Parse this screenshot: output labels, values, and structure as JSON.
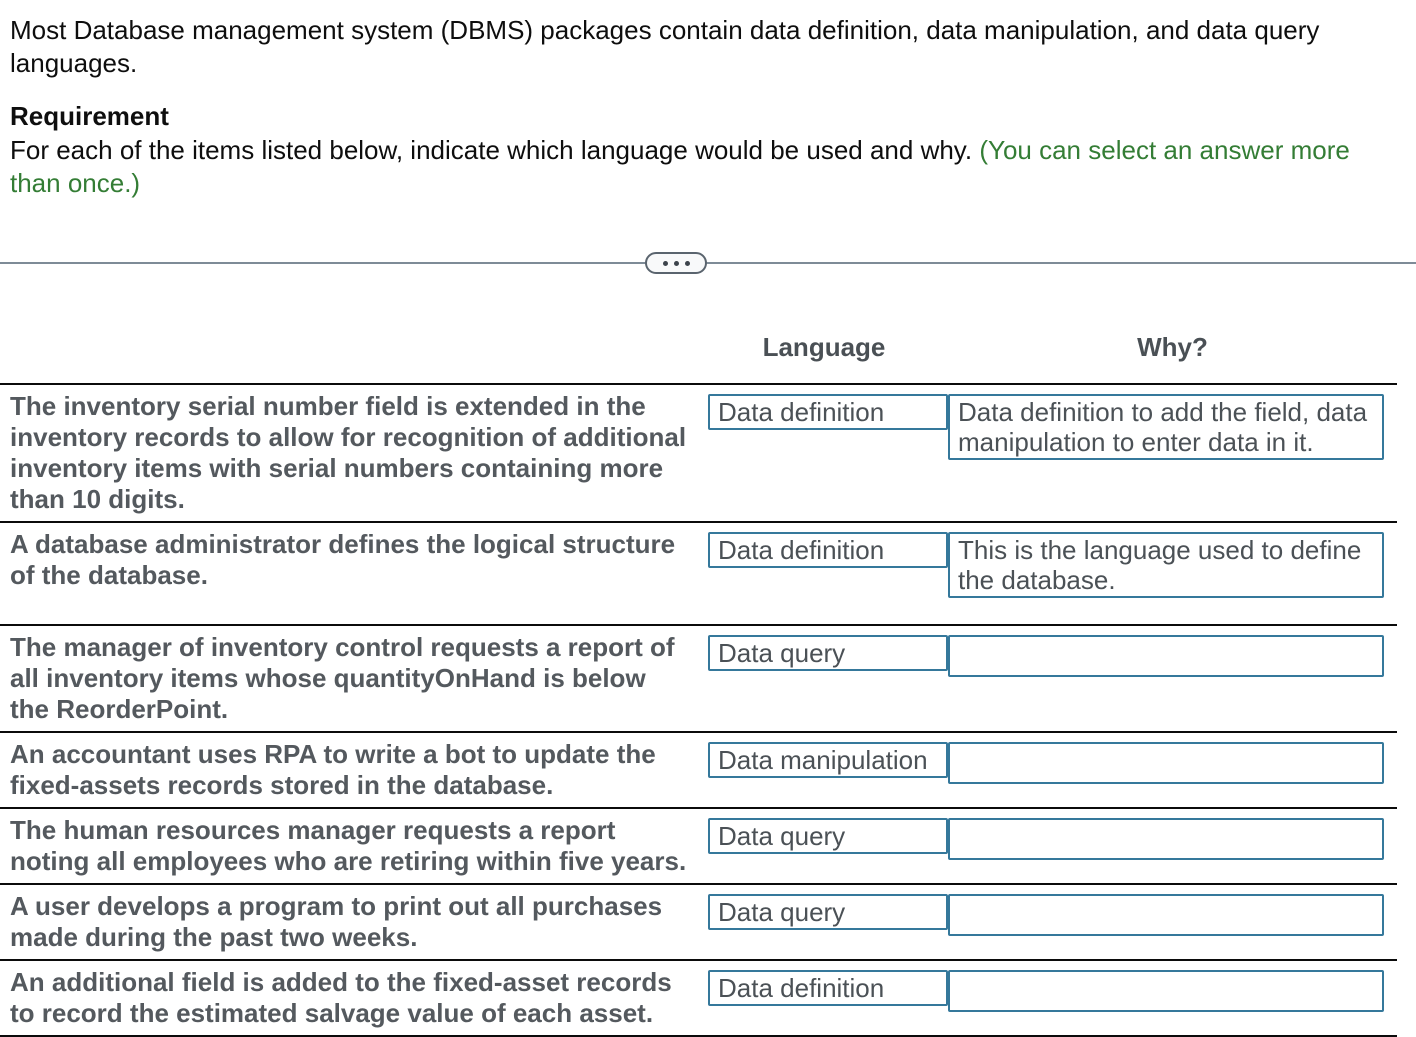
{
  "intro": {
    "paragraph": "Most Database management system (DBMS) packages contain data definition, data manipulation, and data query languages.",
    "requirement_heading": "Requirement",
    "requirement_text": "For each of the items listed below, indicate which language would be used and why.",
    "requirement_note": "(You can select an answer more than once.)"
  },
  "divider": {
    "expander_icon": "ellipsis"
  },
  "table": {
    "headers": {
      "language": "Language",
      "why": "Why?"
    },
    "rows": [
      {
        "item": "The inventory serial number field is extended in the inventory records to allow for recognition of additional inventory items with serial numbers containing more than 10 digits.",
        "language": "Data definition",
        "why": "Data definition to add the field, data manipulation to enter data in it."
      },
      {
        "item": "A database administrator defines the logical structure of the database.",
        "language": "Data definition",
        "why": "This is the language used to define the database."
      },
      {
        "item": "The manager of inventory control requests a report of all inventory items whose quantityOnHand is below the ReorderPoint.",
        "language": "Data query",
        "why": ""
      },
      {
        "item": "An accountant uses RPA to write a bot to update the fixed-assets records stored in the database.",
        "language": "Data manipulation",
        "why": ""
      },
      {
        "item": "The human resources manager requests a report noting all employees who are retiring within five years.",
        "language": "Data query",
        "why": ""
      },
      {
        "item": "A user develops a program to print out all purchases made during the past two weeks.",
        "language": "Data query",
        "why": ""
      },
      {
        "item": "An additional field is added to the fixed-asset records to record the estimated salvage value of each asset.",
        "language": "Data definition",
        "why": ""
      }
    ]
  },
  "colors": {
    "accent_border": "#35789b",
    "note_green": "#347d35",
    "table_line": "#0b0b0b"
  }
}
